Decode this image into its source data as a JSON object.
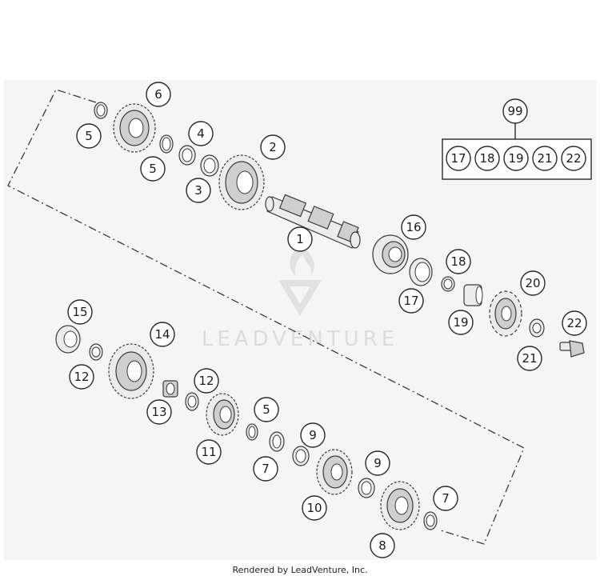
{
  "callouts": [
    {
      "label": "6"
    },
    {
      "label": "5"
    },
    {
      "label": "5"
    },
    {
      "label": "4"
    },
    {
      "label": "3"
    },
    {
      "label": "2"
    },
    {
      "label": "1"
    },
    {
      "label": "16"
    },
    {
      "label": "18"
    },
    {
      "label": "17"
    },
    {
      "label": "20"
    },
    {
      "label": "19"
    },
    {
      "label": "22"
    },
    {
      "label": "21"
    },
    {
      "label": "15"
    },
    {
      "label": "12"
    },
    {
      "label": "14"
    },
    {
      "label": "12"
    },
    {
      "label": "13"
    },
    {
      "label": "11"
    },
    {
      "label": "5"
    },
    {
      "label": "7"
    },
    {
      "label": "9"
    },
    {
      "label": "10"
    },
    {
      "label": "9"
    },
    {
      "label": "7"
    },
    {
      "label": "8"
    }
  ],
  "kit": {
    "label": "99",
    "items": [
      "17",
      "18",
      "19",
      "21",
      "22"
    ]
  },
  "watermark": {
    "text": "LEADVENTURE"
  },
  "footer": {
    "text": "Rendered by LeadVenture, Inc."
  }
}
